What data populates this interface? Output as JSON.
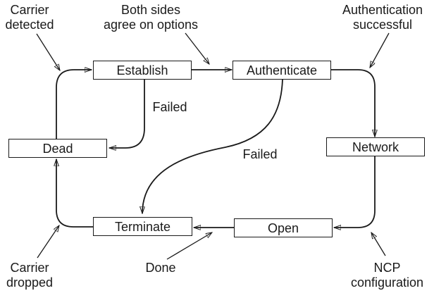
{
  "colors": {
    "background": "#ffffff",
    "stroke": "#1a1a1a",
    "box_fill": "#ffffff",
    "text": "#1a1a1a"
  },
  "states": [
    {
      "id": "establish",
      "label": "Establish"
    },
    {
      "id": "authenticate",
      "label": "Authenticate"
    },
    {
      "id": "dead",
      "label": "Dead"
    },
    {
      "id": "network",
      "label": "Network"
    },
    {
      "id": "terminate",
      "label": "Terminate"
    },
    {
      "id": "open",
      "label": "Open"
    }
  ],
  "annotations": [
    {
      "id": "carrier-detected",
      "lines": [
        "Carrier",
        "detected"
      ]
    },
    {
      "id": "both-sides-agree",
      "lines": [
        "Both sides",
        "agree on options"
      ]
    },
    {
      "id": "authentication-successful",
      "lines": [
        "Authentication",
        "successful"
      ]
    },
    {
      "id": "failed-establish",
      "lines": [
        "Failed"
      ]
    },
    {
      "id": "failed-authenticate",
      "lines": [
        "Failed"
      ]
    },
    {
      "id": "carrier-dropped",
      "lines": [
        "Carrier",
        "dropped"
      ]
    },
    {
      "id": "done",
      "lines": [
        "Done"
      ]
    },
    {
      "id": "ncp-configuration",
      "lines": [
        "NCP",
        "configuration"
      ]
    }
  ],
  "transitions": [
    {
      "from": "Dead",
      "to": "Establish",
      "label": "Carrier detected"
    },
    {
      "from": "Establish",
      "to": "Authenticate",
      "label": "Both sides agree on options"
    },
    {
      "from": "Establish",
      "to": "Dead",
      "label": "Failed"
    },
    {
      "from": "Authenticate",
      "to": "Network",
      "label": "Authentication successful"
    },
    {
      "from": "Authenticate",
      "to": "Terminate",
      "label": "Failed"
    },
    {
      "from": "Network",
      "to": "Open",
      "label": "NCP configuration"
    },
    {
      "from": "Open",
      "to": "Terminate",
      "label": "Done"
    },
    {
      "from": "Terminate",
      "to": "Dead",
      "label": "Carrier dropped"
    }
  ]
}
